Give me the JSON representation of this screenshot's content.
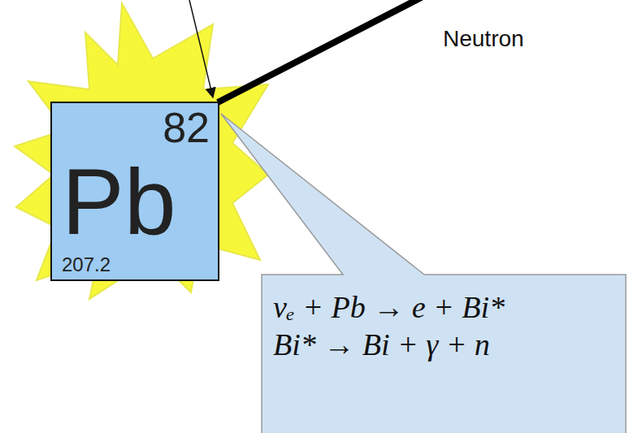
{
  "diagram": {
    "nodes": [
      {
        "text": [
          "82",
          "Pb",
          "207.2"
        ]
      },
      {
        "text": [
          "νₑ + Pb → e + Bi*",
          "Bi* → Bi + γ + n"
        ]
      }
    ],
    "labels": [
      "Neutron"
    ]
  }
}
